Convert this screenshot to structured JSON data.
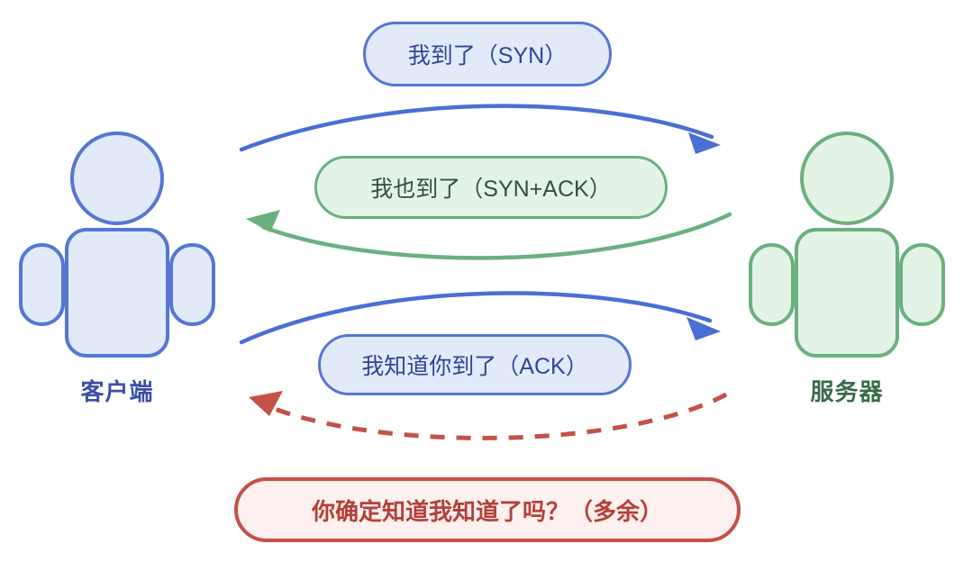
{
  "diagram": {
    "title": "TCP three-way handshake analogy",
    "background": "#ffffff"
  },
  "actors": [
    {
      "id": "client",
      "label": "客户端",
      "icon": "person-icon",
      "stroke": "#5577d4",
      "fill": "#e2e9f9",
      "label_color": "#3b4ea8"
    },
    {
      "id": "server",
      "label": "服务器",
      "icon": "person-icon",
      "stroke": "#6bb07f",
      "fill": "#e3f4e6",
      "label_color": "#33503c"
    }
  ],
  "messages": [
    {
      "id": "syn",
      "label": "我到了（SYN）",
      "direction": "client-to-server",
      "color": "#4a6fd4",
      "fill": "#e2e9f9",
      "style": "solid",
      "step": 1
    },
    {
      "id": "syn-ack",
      "label": "我也到了（SYN+ACK）",
      "direction": "server-to-client",
      "color": "#6bb07f",
      "fill": "#e3f4e6",
      "style": "solid",
      "step": 2
    },
    {
      "id": "ack",
      "label": "我知道你到了（ACK）",
      "direction": "client-to-server",
      "color": "#4a6fd4",
      "fill": "#e2e9f9",
      "style": "solid",
      "step": 3
    },
    {
      "id": "redundant",
      "label": "你确定知道我知道了吗？（多余）",
      "direction": "server-to-client",
      "color": "#c35248",
      "fill": "#fdf0ee",
      "style": "dashed",
      "step": 4
    }
  ],
  "colors": {
    "blue_stroke": "#4a6fd4",
    "blue_border": "#5577d4",
    "blue_fill": "#e2e9f9",
    "blue_text": "#31439c",
    "green_stroke": "#6bb07f",
    "green_fill": "#e3f4e6",
    "green_text": "#33503c",
    "red_stroke": "#c35248",
    "red_fill": "#fdf0ee",
    "red_text": "#b4403a"
  }
}
